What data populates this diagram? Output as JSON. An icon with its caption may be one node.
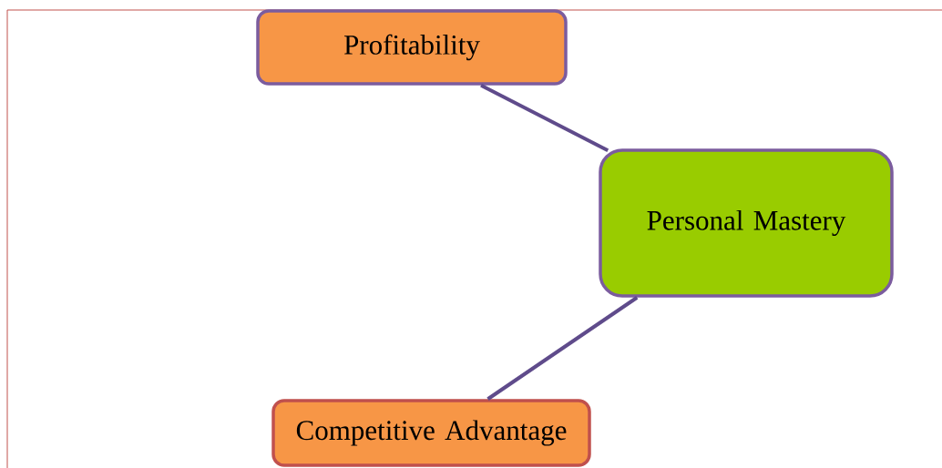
{
  "diagram": {
    "nodes": [
      {
        "text": [
          "Profitability"
        ]
      },
      {
        "text": [
          "Personal Mastery"
        ]
      },
      {
        "text": [
          "Competitive Advantage"
        ]
      }
    ],
    "edges": [
      {
        "from": 0,
        "to": 1,
        "arrow": "none"
      },
      {
        "from": 1,
        "to": 2,
        "arrow": "none"
      }
    ]
  }
}
